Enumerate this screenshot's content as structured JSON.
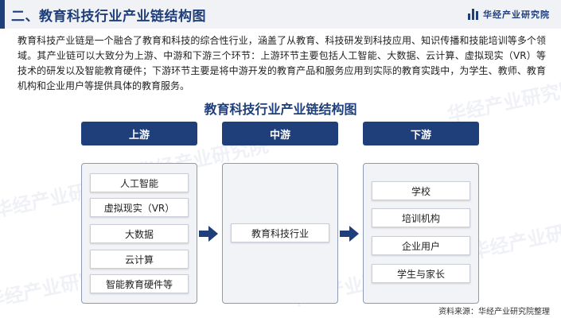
{
  "header": {
    "title": "二、教育科技行业产业链结构图",
    "brand": "华经产业研究院"
  },
  "intro": "教育科技产业链是一个融合了教育和科技的综合性行业，涵盖了从教育、科技研发到科技应用、知识传播和技能培训等多个领域。其产业链可以大致分为上游、中游和下游三个环节：上游环节主要包括人工智能、大数据、云计算、虚拟现实（VR）等技术的研发以及智能教育硬件；下游环节主要是将中游开发的教育产品和服务应用到实际的教育实践中，为学生、教师、教育机构和企业用户等提供具体的教育服务。",
  "diagram": {
    "title": "教育科技行业产业链结构图",
    "stages": [
      {
        "label": "上游",
        "items": [
          "人工智能",
          "虚拟现实（VR）",
          "大数据",
          "云计算",
          "智能教育硬件等"
        ]
      },
      {
        "label": "中游",
        "items": [
          "教育科技行业"
        ]
      },
      {
        "label": "下游",
        "items": [
          "学校",
          "培训机构",
          "企业用户",
          "学生与家长"
        ]
      }
    ]
  },
  "watermark": "华经产业研究院",
  "source": "资料来源：华经产业研究院整理",
  "colors": {
    "primary": "#1f3f7a",
    "panel": "#f2f3f6",
    "header_bg": "#f0f2f6"
  }
}
